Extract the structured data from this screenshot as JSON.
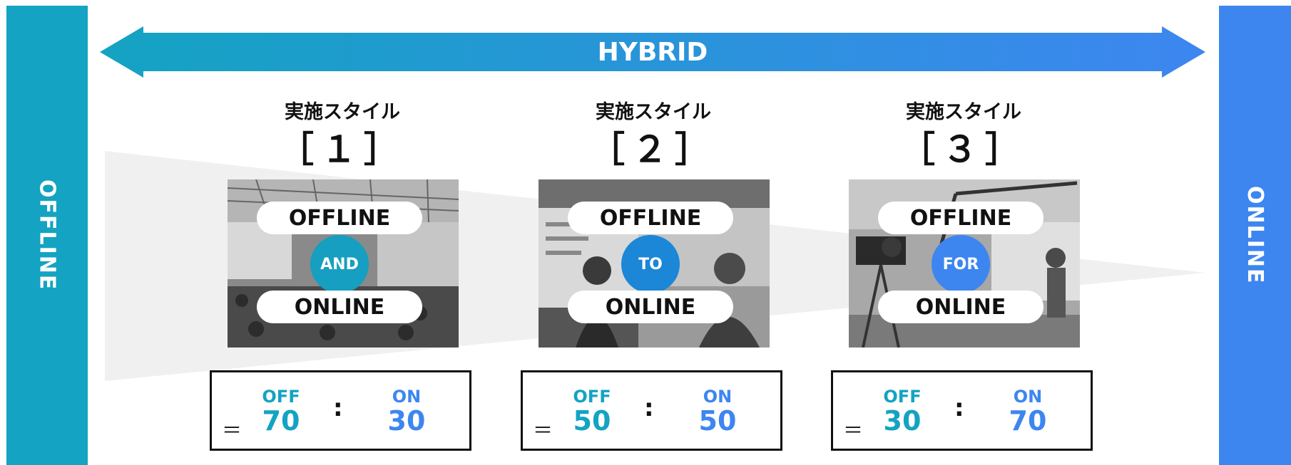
{
  "offline_label": "OFFLINE",
  "online_label": "ONLINE",
  "hybrid_label": "HYBRID",
  "colors": {
    "offline": "#14a3c2",
    "online": "#3d86f0",
    "connector_and": "#169fc0",
    "connector_to": "#1b87d6",
    "connector_for": "#3d86f0"
  },
  "styles": [
    {
      "heading": "実施スタイル",
      "number": "［１］",
      "top_label": "OFFLINE",
      "connector": "AND",
      "bottom_label": "ONLINE",
      "photo": "exhibition-hall-photo",
      "ratio": {
        "off_label": "OFF",
        "off_value": "70",
        "colon": ":",
        "on_label": "ON",
        "on_value": "30",
        "eq": "＝"
      }
    },
    {
      "heading": "実施スタイル",
      "number": "［２］",
      "top_label": "OFFLINE",
      "connector": "TO",
      "bottom_label": "ONLINE",
      "photo": "presenter-booth-photo",
      "ratio": {
        "off_label": "OFF",
        "off_value": "50",
        "colon": ":",
        "on_label": "ON",
        "on_value": "50",
        "eq": "＝"
      }
    },
    {
      "heading": "実施スタイル",
      "number": "［３］",
      "top_label": "OFFLINE",
      "connector": "FOR",
      "bottom_label": "ONLINE",
      "photo": "broadcast-studio-photo",
      "ratio": {
        "off_label": "OFF",
        "off_value": "30",
        "colon": ":",
        "on_label": "ON",
        "on_value": "70",
        "eq": "＝"
      }
    }
  ]
}
